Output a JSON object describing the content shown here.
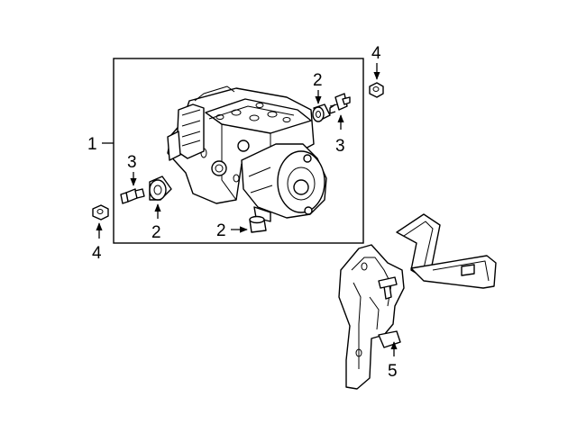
{
  "callouts": {
    "c1": "1",
    "c2a": "2",
    "c2b": "2",
    "c2c": "2",
    "c3a": "3",
    "c3b": "3",
    "c4a": "4",
    "c4b": "4",
    "c5": "5"
  }
}
